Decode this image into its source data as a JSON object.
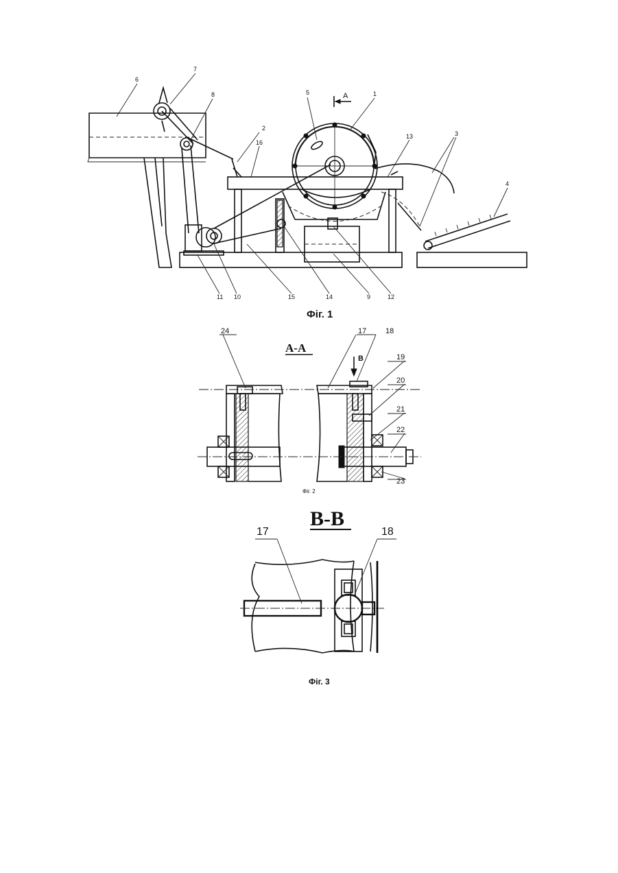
{
  "figure1": {
    "caption": "Фіг. 1",
    "section_marker": "А",
    "callouts": [
      "1",
      "2",
      "3",
      "4",
      "5",
      "6",
      "7",
      "8",
      "16",
      "13",
      "1",
      "11",
      "10",
      "15",
      "14",
      "9",
      "12"
    ]
  },
  "figure2": {
    "caption": "Фіг. 2",
    "section_title": "А-А",
    "view_marker": "В",
    "callouts": [
      "24",
      "17",
      "18",
      "19",
      "20",
      "21",
      "22",
      "23"
    ]
  },
  "figure3": {
    "caption": "Фіг. 3",
    "section_title": "В-В",
    "callouts": [
      "17",
      "18"
    ]
  },
  "colors": {
    "ink": "#111111",
    "paper": "#ffffff"
  }
}
